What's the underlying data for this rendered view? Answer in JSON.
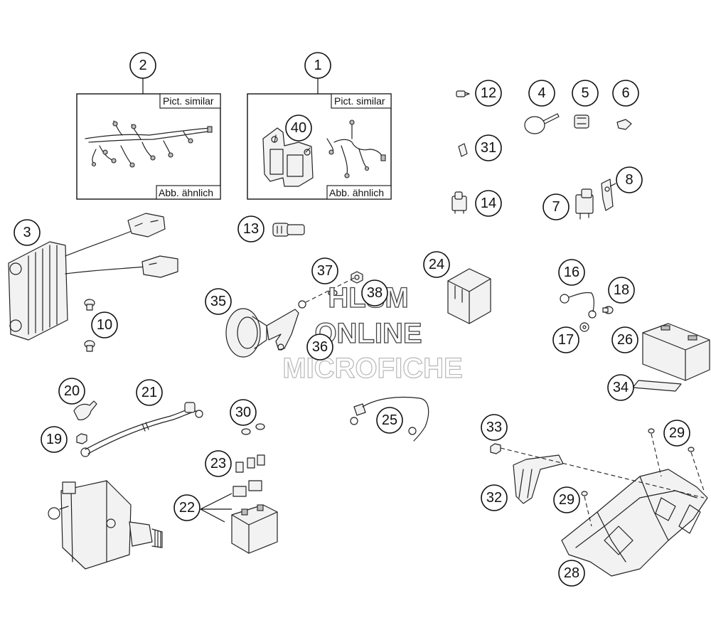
{
  "panels": {
    "left": {
      "top_label": "Pict. similar",
      "bottom_label": "Abb. ähnlich"
    },
    "right": {
      "top_label": "Pict. similar",
      "bottom_label": "Abb. ähnlich"
    }
  },
  "watermark": {
    "line1": "HLSM",
    "line2": "ONLINE",
    "line3": "MICROFICHE"
  },
  "callouts": [
    "1",
    "2",
    "3",
    "4",
    "5",
    "6",
    "7",
    "8",
    "10",
    "12",
    "13",
    "14",
    "16",
    "17",
    "18",
    "19",
    "20",
    "21",
    "22",
    "23",
    "24",
    "25",
    "26",
    "28",
    "29",
    "29",
    "30",
    "31",
    "32",
    "33",
    "34",
    "35",
    "36",
    "37",
    "38",
    "40"
  ],
  "callout_labels": {
    "c1": "1",
    "c2": "2",
    "c3": "3",
    "c4": "4",
    "c5": "5",
    "c6": "6",
    "c7": "7",
    "c8": "8",
    "c10": "10",
    "c12": "12",
    "c13": "13",
    "c14": "14",
    "c16": "16",
    "c17": "17",
    "c18": "18",
    "c19": "19",
    "c20": "20",
    "c21": "21",
    "c22": "22",
    "c23": "23",
    "c24": "24",
    "c25": "25",
    "c26": "26",
    "c28": "28",
    "c29a": "29",
    "c29b": "29",
    "c30": "30",
    "c31": "31",
    "c32": "32",
    "c33": "33",
    "c34": "34",
    "c35": "35",
    "c36": "36",
    "c37": "37",
    "c38": "38",
    "c40": "40"
  }
}
